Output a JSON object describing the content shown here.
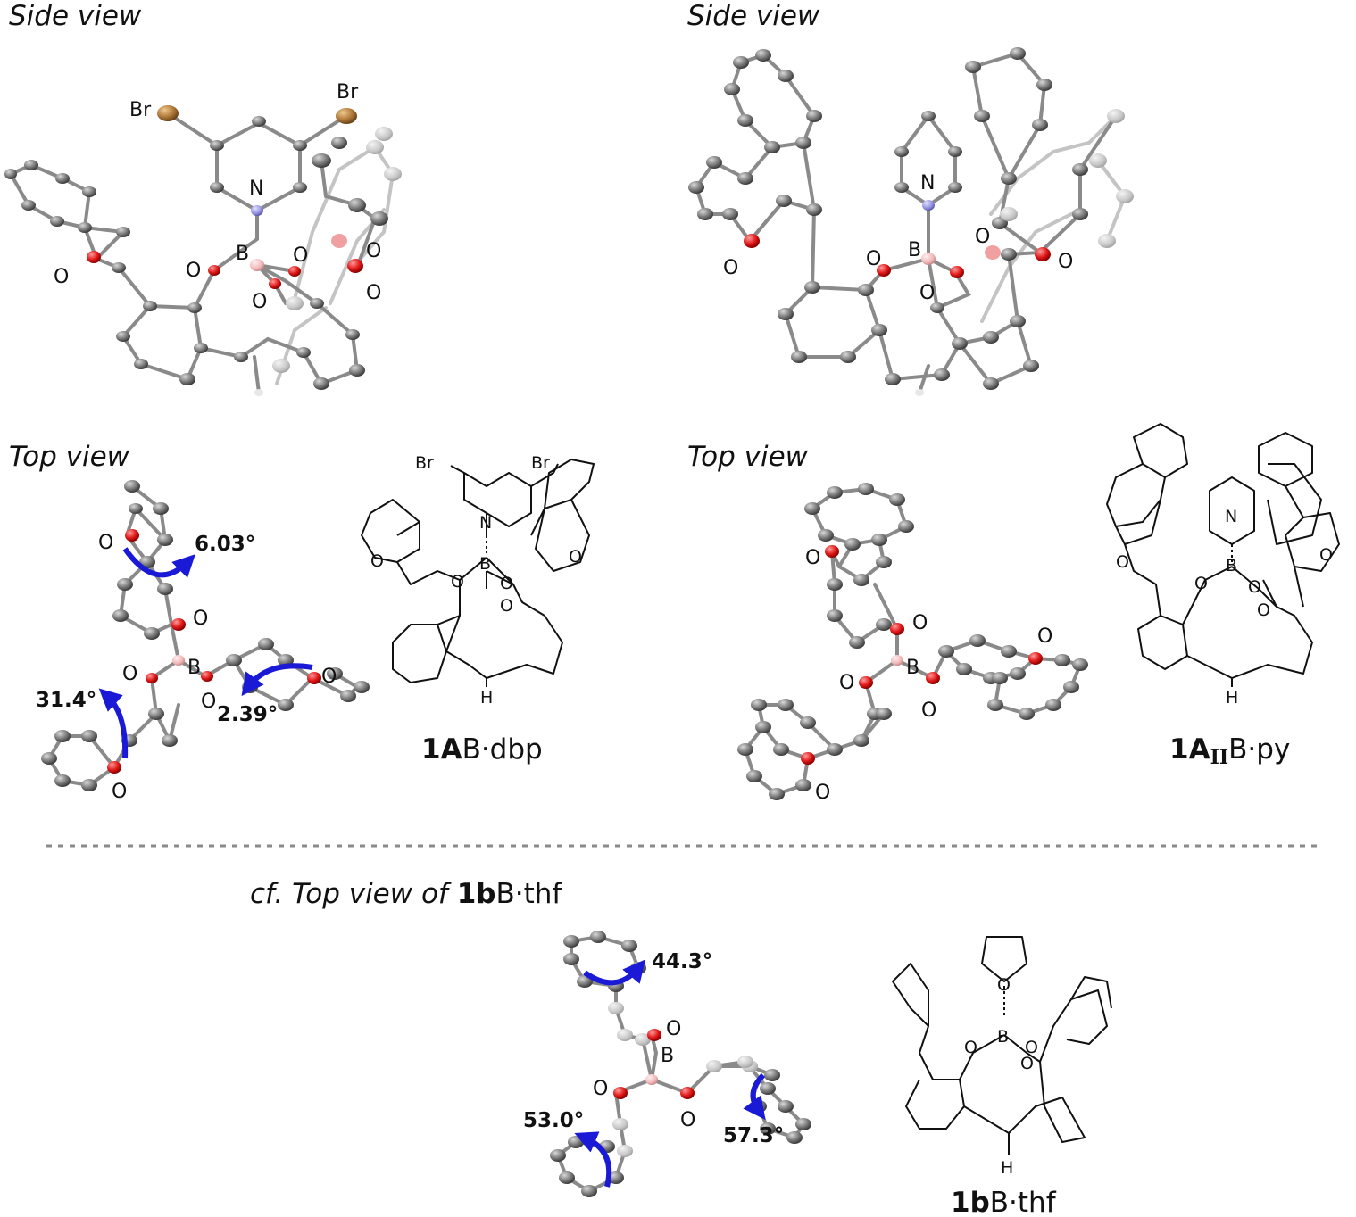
{
  "headings": {
    "side_left": "Side view",
    "side_right": "Side view",
    "top_left": "Top view",
    "top_right": "Top view",
    "cf_prefix": "cf. Top view of ",
    "cf_bold": "1b",
    "cf_suffix": "B·thf"
  },
  "atoms": {
    "br": "Br",
    "n": "N",
    "b": "B",
    "o": "O",
    "h": "H"
  },
  "angles": {
    "a1": "6.03°",
    "a2": "31.4°",
    "a3": "2.39°",
    "a4": "44.3°",
    "a5": "53.0°",
    "a6": "57.3°"
  },
  "compounds": {
    "c1_bold": "1A",
    "c1_rest": "B·dbp",
    "c2_bold": "1A",
    "c2_sub": "II",
    "c2_rest": "B·py",
    "c3_bold": "1b",
    "c3_rest": "B·thf"
  },
  "colors": {
    "carbon": "#666666",
    "oxygen": "#e01818",
    "nitrogen": "#8f8fe0",
    "boron": "#f2b8b8",
    "bromine": "#b07a3a",
    "arrow": "#1a1ad6",
    "divider": "#8a8a8a"
  }
}
